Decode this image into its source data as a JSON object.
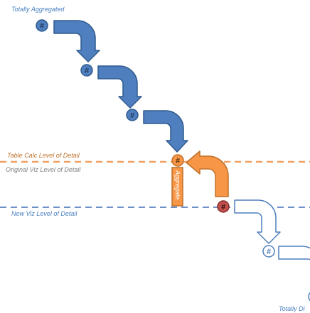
{
  "labels": {
    "totally_aggregated": "Totally Aggregated",
    "table_calc_lod": "Table Calc Level of Detail",
    "original_viz_lod": "Original Viz Level of Detail",
    "new_viz_lod": "New Viz Level of Detail",
    "edge_fragment": "Totally Di"
  },
  "node_symbol": "#",
  "aggregate_arrow_text": "Aggregate",
  "colors": {
    "blue": "#4f7fbe",
    "blue_dark": "#2f5a8f",
    "orange": "#f79646",
    "orange_dark": "#c0702a",
    "red": "#c0504d",
    "grey_text": "#7f7f7f",
    "light_blue_text": "#4a7fc1"
  }
}
